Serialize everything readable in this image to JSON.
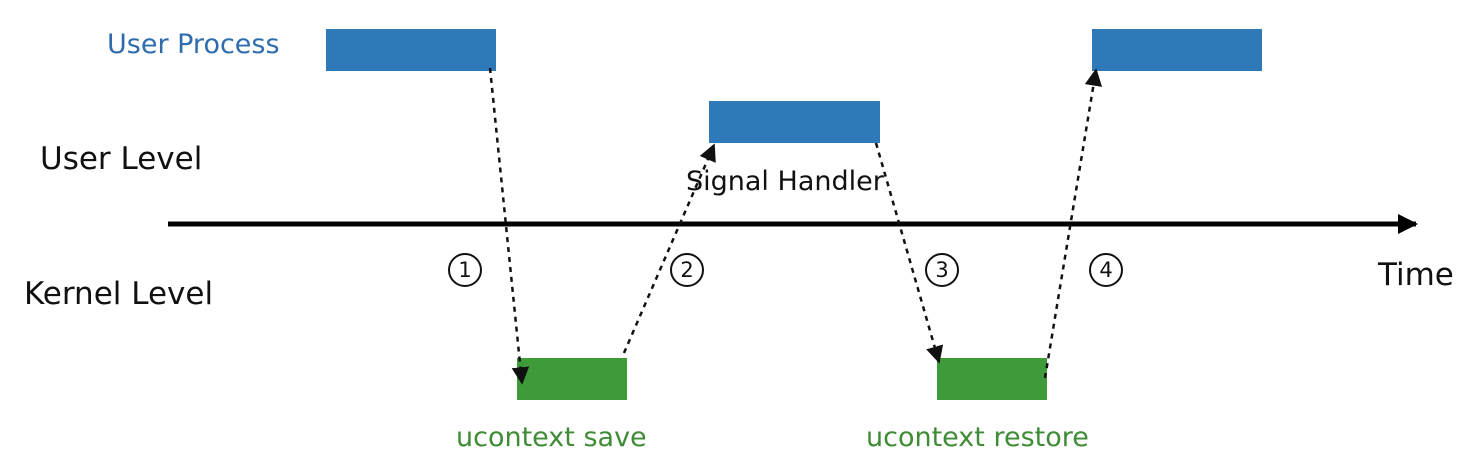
{
  "labels": {
    "user_process": "User Process",
    "user_level": "User Level",
    "kernel_level": "Kernel Level",
    "time": "Time",
    "signal_handler": "Signal Handler",
    "ucontext_save": "ucontext save",
    "ucontext_restore": "ucontext restore"
  },
  "steps": [
    "1",
    "2",
    "3",
    "4"
  ],
  "colors": {
    "user_block": "#3079b8",
    "kernel_block": "#3f9a3a",
    "user_label": "#2e6cae",
    "kernel_label": "#3f8c36",
    "axis": "#000000"
  }
}
